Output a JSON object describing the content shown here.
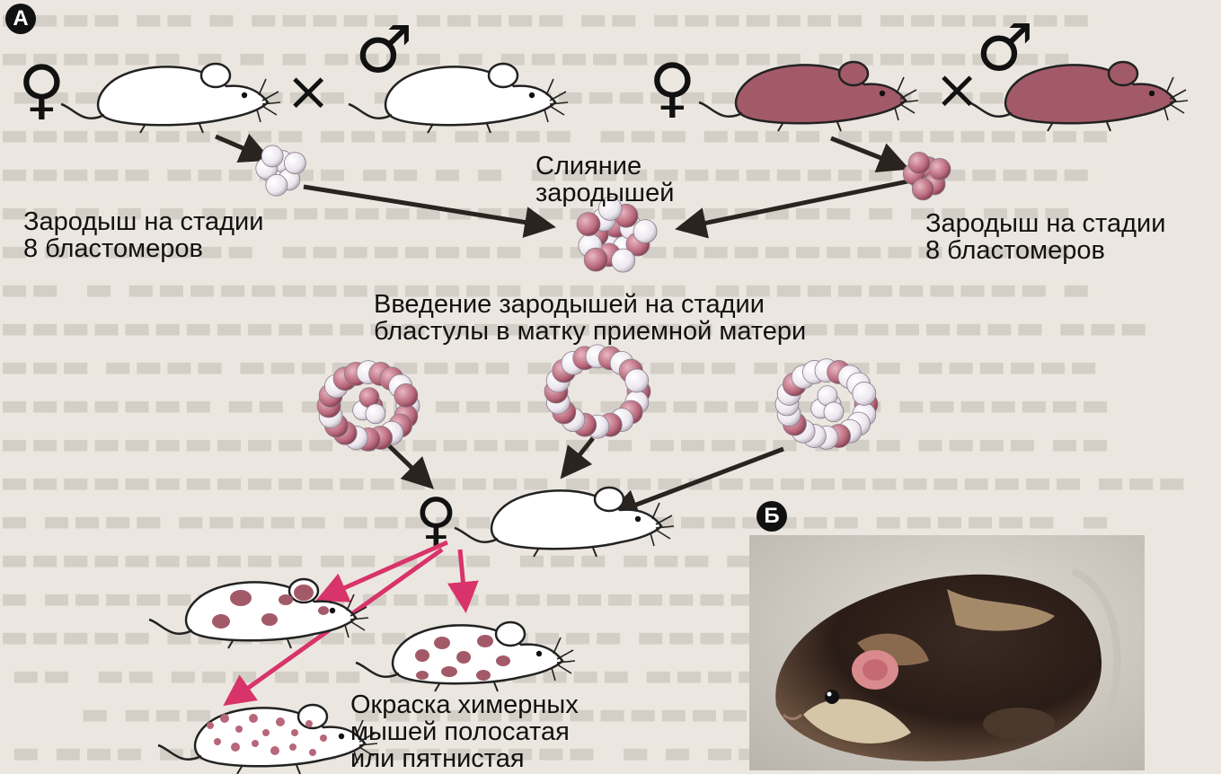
{
  "panel_a_label": "А",
  "panel_b_label": "Б",
  "symbols": {
    "female": "♀",
    "male": "♂",
    "cross": "×"
  },
  "labels": {
    "embryo_left": "Зародыш на стадии\n8 бластомеров",
    "embryo_right": "Зародыш на стадии\n8 бластомеров",
    "fusion": "Слияние\nзародышей",
    "transfer": "Введение зародышей на стадии\nбластулы в матку приемной матери",
    "chimera_coat": "Окраска химерных\nмышей полосатая\nили пятнистая"
  },
  "colors": {
    "dark_strain": "#a35a68",
    "light_strain": "#f6f2f6",
    "chimera_arrow": "#d8336a",
    "arrow": "#2a2420"
  }
}
